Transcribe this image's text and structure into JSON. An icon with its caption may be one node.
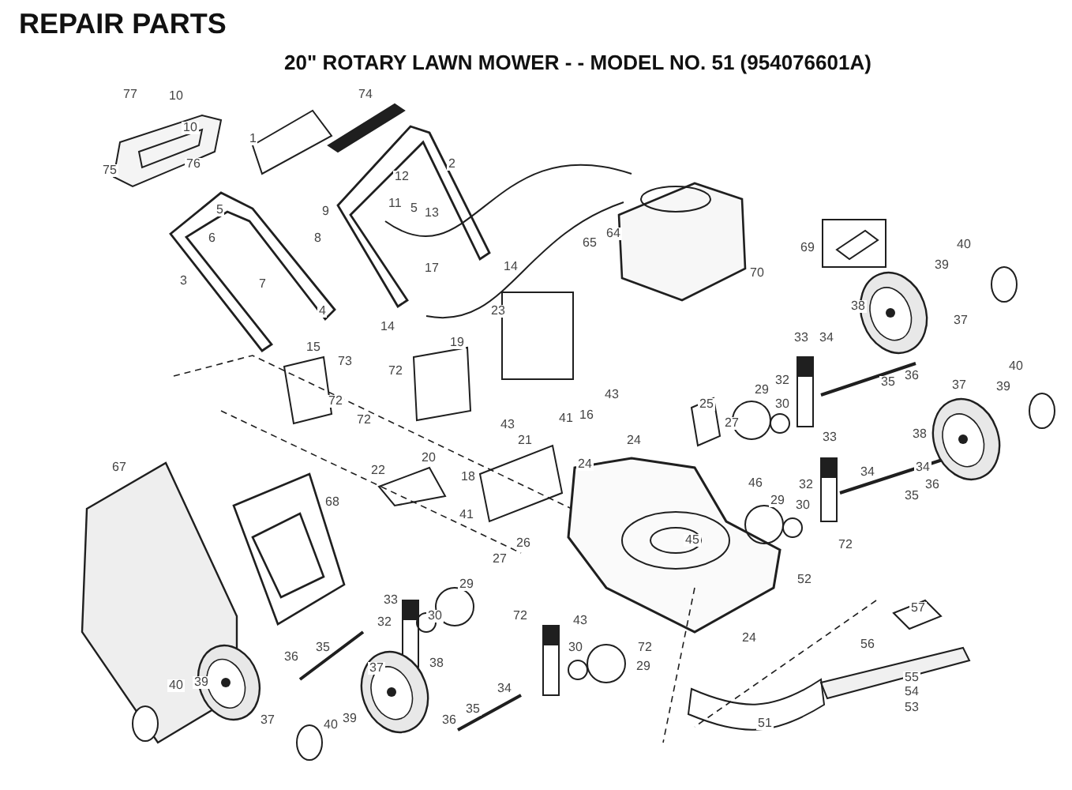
{
  "diagram": {
    "title": "REPAIR PARTS",
    "labels": [
      "20\" ROTARY LAWN MOWER - - MODEL NO. 51 (954076601A)",
      "77",
      "10",
      "74",
      "10",
      "1",
      "2",
      "75",
      "76",
      "12",
      "5",
      "9",
      "11",
      "5",
      "13",
      "6",
      "8",
      "3",
      "7",
      "17",
      "14",
      "4",
      "14",
      "15",
      "65",
      "64",
      "69",
      "70",
      "40",
      "39",
      "23",
      "19",
      "37",
      "73",
      "72",
      "38",
      "33",
      "34",
      "72",
      "72",
      "29",
      "30",
      "32",
      "36",
      "35",
      "37",
      "40",
      "39",
      "43",
      "43",
      "25",
      "41",
      "16",
      "24",
      "27",
      "33",
      "38",
      "20",
      "21",
      "22",
      "18",
      "41",
      "24",
      "46",
      "29",
      "30",
      "32",
      "34",
      "35",
      "36",
      "67",
      "68",
      "26",
      "45",
      "72",
      "27",
      "52",
      "57",
      "29",
      "34",
      "33",
      "30",
      "72",
      "38",
      "32",
      "43",
      "36",
      "35",
      "24",
      "30",
      "72",
      "56",
      "29",
      "55",
      "54",
      "37",
      "53",
      "40",
      "39",
      "37",
      "34",
      "35",
      "36",
      "40",
      "39",
      "51"
    ]
  }
}
